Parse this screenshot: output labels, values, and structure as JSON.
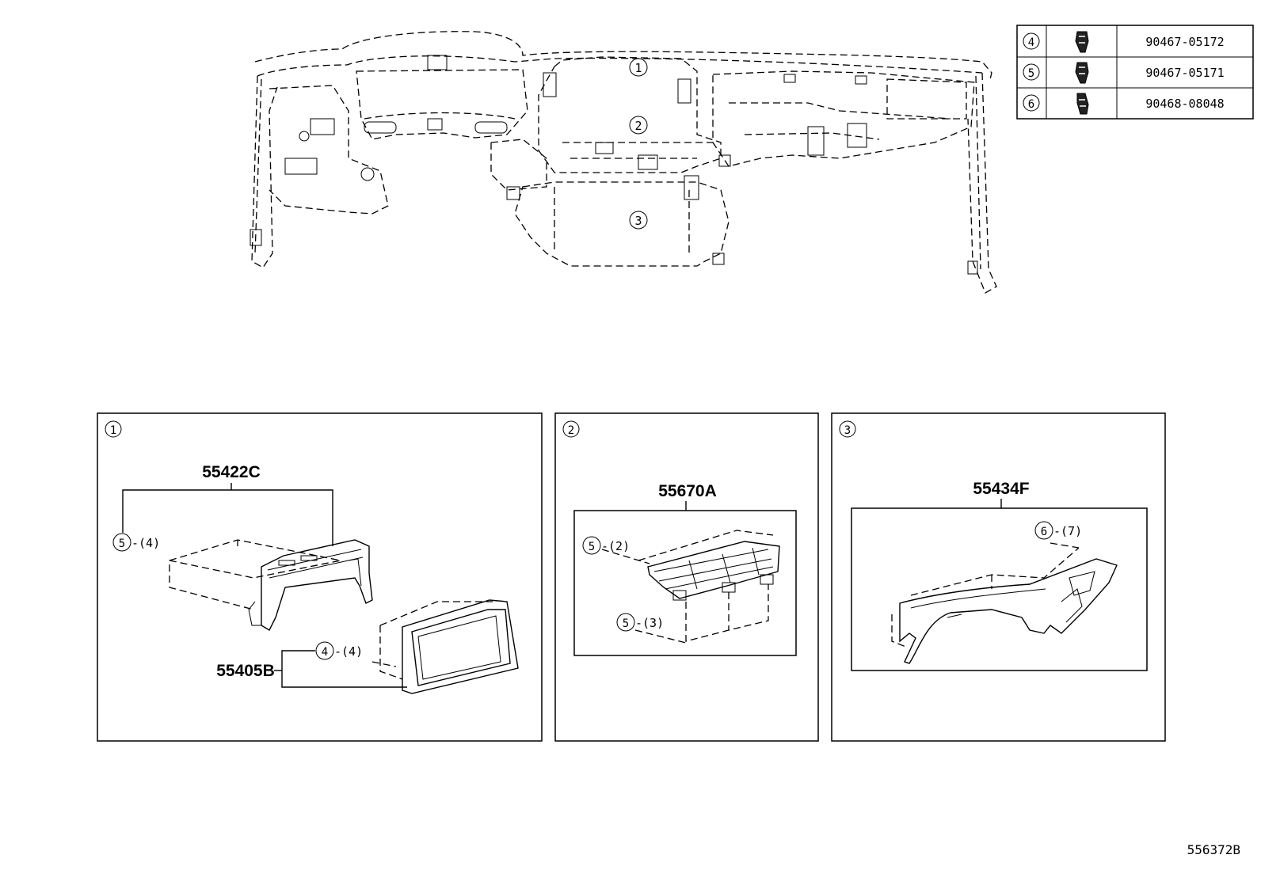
{
  "fastener_table": {
    "rows": [
      {
        "ref": "4",
        "part": "90467-05172"
      },
      {
        "ref": "5",
        "part": "90467-05171"
      },
      {
        "ref": "6",
        "part": "90468-08048"
      }
    ]
  },
  "overview": {
    "callouts": [
      "1",
      "2",
      "3"
    ]
  },
  "panel1": {
    "ref": "1",
    "part_a": "55422C",
    "part_b": "55405B",
    "callout_a_ref": "5",
    "callout_a_qty": "-(4)",
    "callout_b_ref": "4",
    "callout_b_qty": "-(4)"
  },
  "panel2": {
    "ref": "2",
    "part": "55670A",
    "callout_a_ref": "5",
    "callout_a_qty": "-(2)",
    "callout_b_ref": "5",
    "callout_b_qty": "-(3)"
  },
  "panel3": {
    "ref": "3",
    "part": "55434F",
    "callout_ref": "6",
    "callout_qty": "-(7)"
  },
  "diagram_id": "556372B"
}
